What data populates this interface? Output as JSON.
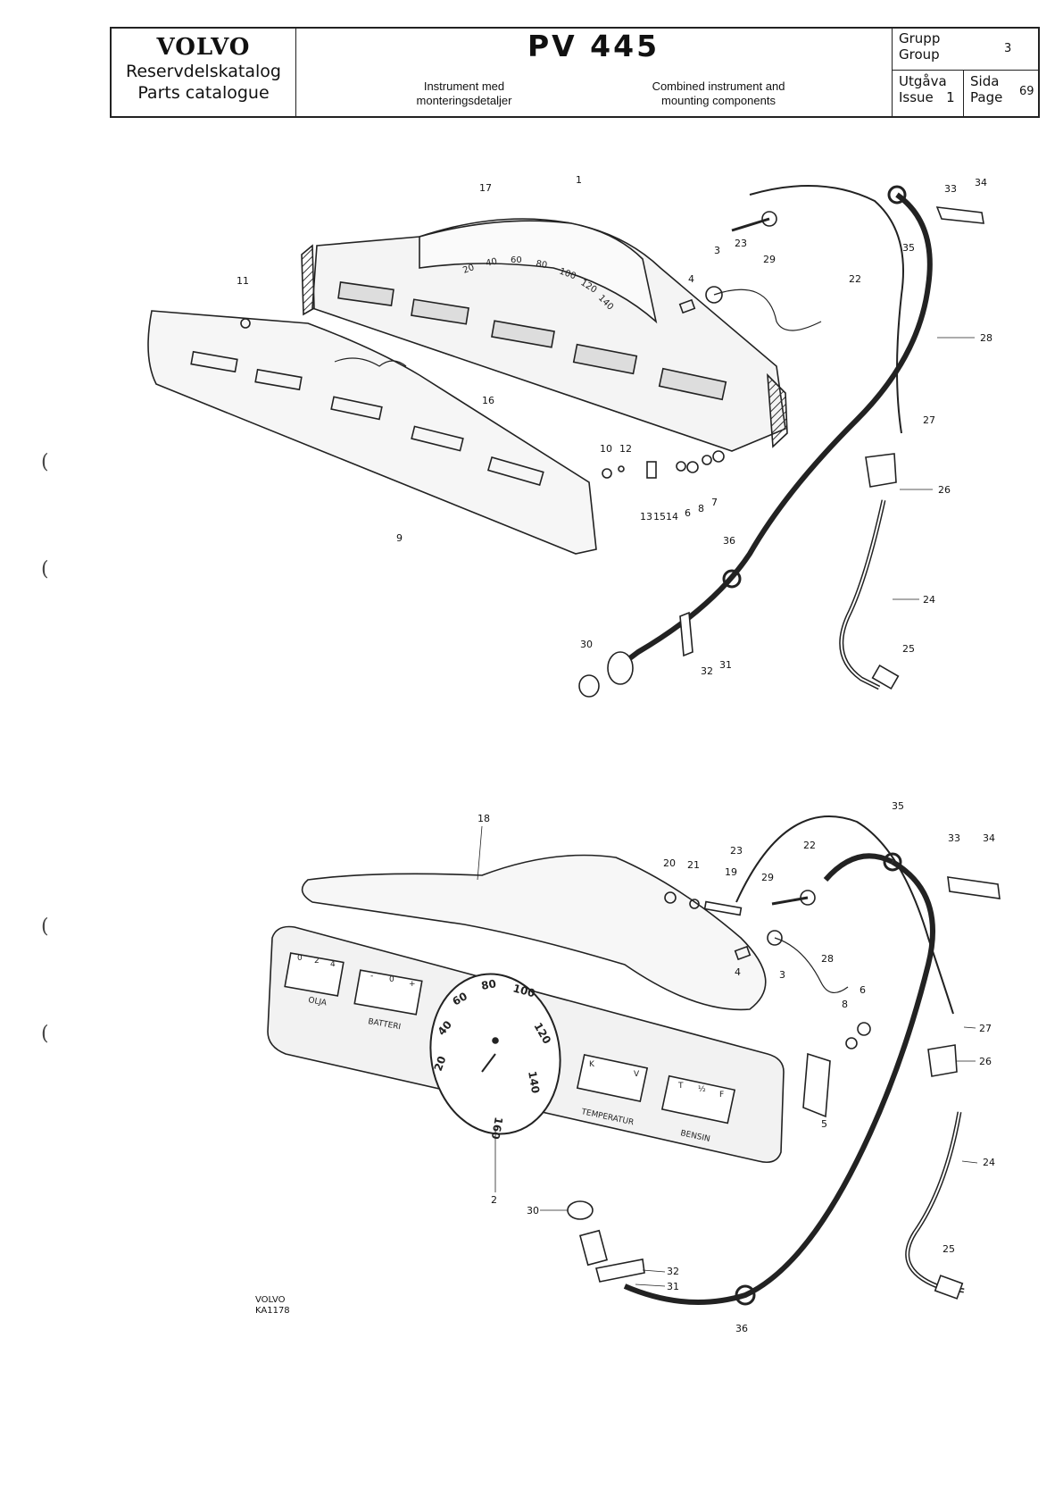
{
  "header": {
    "brand": "VOLVO",
    "catalog_sv": "Reservdelskatalog",
    "catalog_en": "Parts catalogue",
    "model": "PV 445",
    "title_sv_line1": "Instrument med",
    "title_sv_line2": "monteringsdetaljer",
    "title_en_line1": "Combined instrument and",
    "title_en_line2": "mounting components",
    "group_label_sv": "Grupp",
    "group_label_en": "Group",
    "group_value": "3",
    "issue_label_sv": "Utgåva",
    "issue_label_en": "Issue",
    "issue_value": "1",
    "page_label_sv": "Sida",
    "page_label_en": "Page",
    "page_value": "69"
  },
  "upper_diagram": {
    "callouts": [
      "1",
      "17",
      "3",
      "4",
      "11",
      "16",
      "23",
      "29",
      "33",
      "34",
      "35",
      "22",
      "28",
      "27",
      "26",
      "10",
      "12",
      "13",
      "15",
      "14",
      "6",
      "8",
      "7",
      "9",
      "36",
      "24",
      "30",
      "32",
      "31",
      "25"
    ],
    "speedo_numbers": [
      "20",
      "40",
      "60",
      "80",
      "100",
      "120",
      "140"
    ]
  },
  "lower_diagram": {
    "callouts": [
      "18",
      "20",
      "21",
      "19",
      "29",
      "23",
      "22",
      "35",
      "33",
      "34",
      "28",
      "3",
      "4",
      "8",
      "6",
      "27",
      "26",
      "5",
      "2",
      "24",
      "30",
      "32",
      "31",
      "36",
      "25"
    ],
    "gauge_labels": {
      "oil_label": "OLJA",
      "battery_label": "BATTERI",
      "temperature_label": "TEMPERATUR",
      "fuel_label": "BENSIN",
      "oil_scale": [
        "0",
        "2",
        "4"
      ],
      "battery_scale": [
        "-",
        "0",
        "+"
      ],
      "temp_scale": [
        "K",
        "V"
      ],
      "fuel_scale": [
        "T",
        "½",
        "F"
      ],
      "speedo_numbers": [
        "20",
        "40",
        "60",
        "80",
        "100",
        "120",
        "140",
        "160"
      ]
    }
  },
  "footer": {
    "line1": "VOLVO",
    "line2": "KA1178"
  }
}
